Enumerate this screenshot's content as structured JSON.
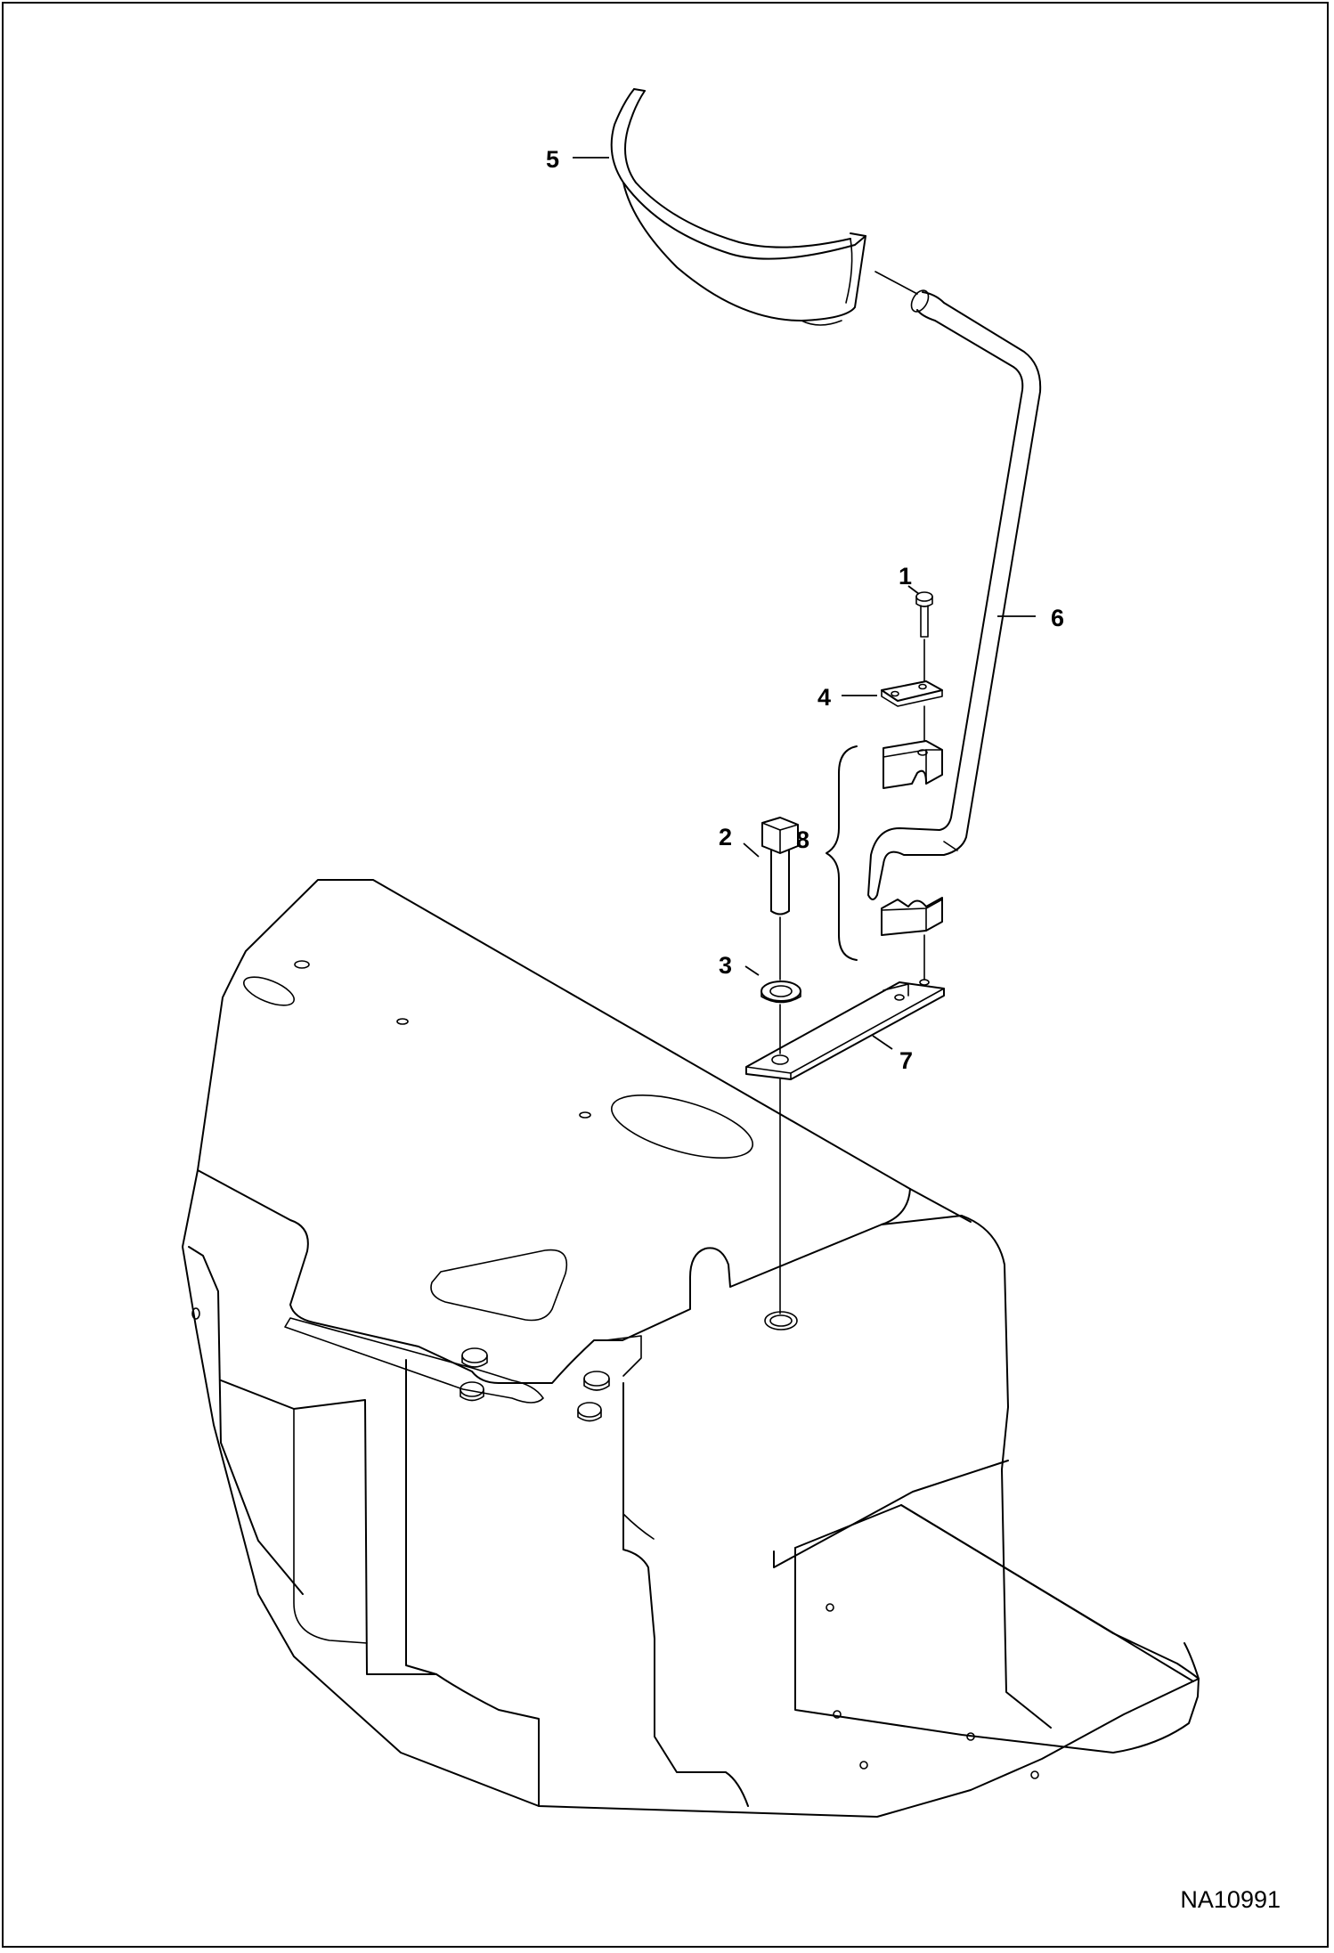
{
  "diagram": {
    "reference_code": "NA10991",
    "callouts": [
      {
        "id": "1",
        "label": "1"
      },
      {
        "id": "2",
        "label": "2"
      },
      {
        "id": "3",
        "label": "3"
      },
      {
        "id": "4",
        "label": "4"
      },
      {
        "id": "5",
        "label": "5"
      },
      {
        "id": "6",
        "label": "6"
      },
      {
        "id": "7",
        "label": "7"
      },
      {
        "id": "8",
        "label": "8"
      }
    ]
  }
}
